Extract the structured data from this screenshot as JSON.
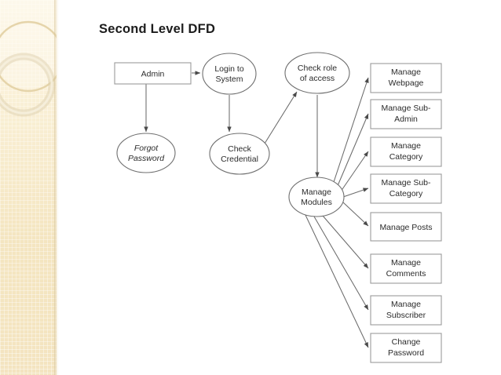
{
  "slide": {
    "title": "Second Level DFD",
    "background_color": "#ffffff",
    "accent_band_color": "#f3e4bf"
  },
  "diagram": {
    "type": "data-flow-diagram",
    "entities": [
      {
        "id": "admin",
        "label": "Admin",
        "shape": "rectangle",
        "lines": [
          "Admin"
        ]
      }
    ],
    "processes": [
      {
        "id": "login",
        "shape": "ellipse",
        "lines": [
          "Login to",
          "System"
        ]
      },
      {
        "id": "forgot",
        "shape": "ellipse",
        "italic": true,
        "lines": [
          "Forgot",
          "Password"
        ]
      },
      {
        "id": "credential",
        "shape": "ellipse",
        "lines": [
          "Check",
          "Credential"
        ]
      },
      {
        "id": "role",
        "shape": "ellipse",
        "lines": [
          "Check role",
          "of access"
        ]
      },
      {
        "id": "modules",
        "shape": "ellipse",
        "lines": [
          "Manage",
          "Modules"
        ]
      }
    ],
    "modules": [
      {
        "id": "webpage",
        "shape": "rectangle",
        "lines": [
          "Manage",
          "Webpage"
        ]
      },
      {
        "id": "sub-admin",
        "shape": "rectangle",
        "lines": [
          "Manage Sub-",
          "Admin"
        ]
      },
      {
        "id": "category",
        "shape": "rectangle",
        "lines": [
          "Manage",
          "Category"
        ]
      },
      {
        "id": "sub-category",
        "shape": "rectangle",
        "lines": [
          "Manage Sub-",
          "Category"
        ]
      },
      {
        "id": "posts",
        "shape": "rectangle",
        "lines": [
          "Manage Posts"
        ]
      },
      {
        "id": "comments",
        "shape": "rectangle",
        "lines": [
          "Manage",
          "Comments"
        ]
      },
      {
        "id": "subscriber",
        "shape": "rectangle",
        "lines": [
          "Manage",
          "Subscriber"
        ]
      },
      {
        "id": "change-password",
        "shape": "rectangle",
        "lines": [
          "Change",
          "Password"
        ]
      }
    ],
    "flows": [
      {
        "from": "admin",
        "to": "login"
      },
      {
        "from": "admin",
        "to": "forgot"
      },
      {
        "from": "login",
        "to": "credential"
      },
      {
        "from": "credential",
        "to": "role"
      },
      {
        "from": "role",
        "to": "modules"
      },
      {
        "from": "modules",
        "to": "webpage"
      },
      {
        "from": "modules",
        "to": "sub-admin"
      },
      {
        "from": "modules",
        "to": "category"
      },
      {
        "from": "modules",
        "to": "sub-category"
      },
      {
        "from": "modules",
        "to": "posts"
      },
      {
        "from": "modules",
        "to": "comments"
      },
      {
        "from": "modules",
        "to": "subscriber"
      },
      {
        "from": "modules",
        "to": "change-password"
      }
    ]
  }
}
